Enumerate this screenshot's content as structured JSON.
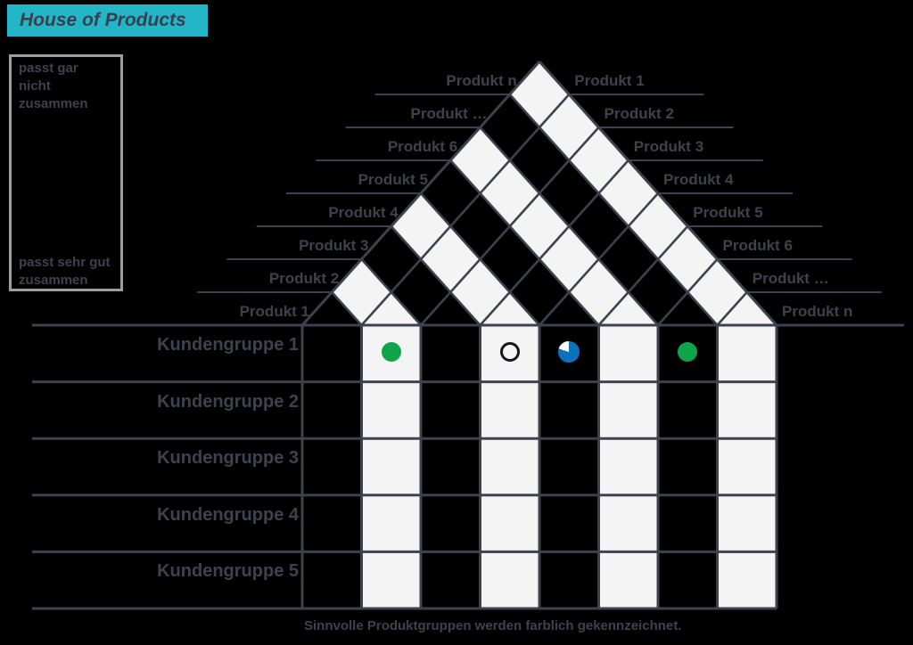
{
  "header": {
    "title": "House of Products"
  },
  "legend": {
    "top": "passt gar nicht zusammen",
    "bottom": "passt sehr gut zusammen"
  },
  "roof": {
    "left_labels": [
      "Produkt n",
      "Produkt …",
      "Produkt 6",
      "Produkt 5",
      "Produkt 4",
      "Produkt 3",
      "Produkt 2",
      "Produkt 1"
    ],
    "right_labels": [
      "Produkt 1",
      "Produkt 2",
      "Produkt 3",
      "Produkt 4",
      "Produkt 5",
      "Produkt 6",
      "Produkt …",
      "Produkt n"
    ]
  },
  "matrix": {
    "row_labels": [
      "Kundengruppe 1",
      "Kundengruppe 2",
      "Kundengruppe 3",
      "Kundengruppe 4",
      "Kundengruppe 5"
    ],
    "columns": 8,
    "shaded_columns": [
      2,
      4,
      6,
      8
    ],
    "markers": [
      {
        "row": 1,
        "col": 2,
        "type": "filled-dot",
        "color": "#0ea44a"
      },
      {
        "row": 1,
        "col": 4,
        "type": "open-ring",
        "color": "#14161c"
      },
      {
        "row": 1,
        "col": 5,
        "type": "pie",
        "color": "#0d72bd",
        "filled_fraction": 0.8
      },
      {
        "row": 1,
        "col": 7,
        "type": "filled-dot",
        "color": "#0ea44a"
      }
    ]
  },
  "caption": "Sinnvolle Produktgruppen werden farblich gekennzeichnet.",
  "colors": {
    "accent_teal": "#23b6c9",
    "ink": "#3d434e",
    "cell_white": "#f4f4f5",
    "green": "#0ea44a",
    "blue": "#0d72bd",
    "legend_border": "#9c9ea0"
  }
}
